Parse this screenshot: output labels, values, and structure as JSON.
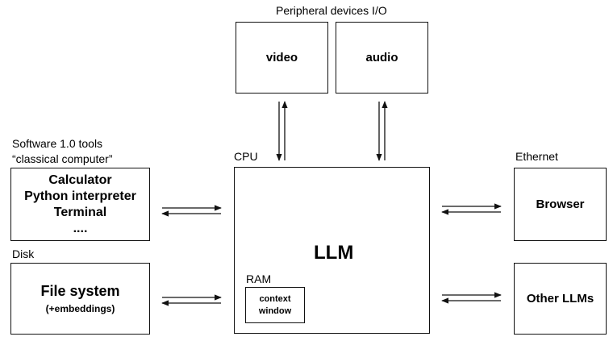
{
  "labels": {
    "peripheral": "Peripheral devices I/O",
    "software_line1": "Software 1.0 tools",
    "software_line2": "“classical computer”",
    "cpu": "CPU",
    "ethernet": "Ethernet",
    "disk": "Disk",
    "ram": "RAM"
  },
  "boxes": {
    "video": "video",
    "audio": "audio",
    "tools": [
      "Calculator",
      "Python interpreter",
      "Terminal",
      "...."
    ],
    "llm": "LLM",
    "context_window": [
      "context",
      "window"
    ],
    "browser": "Browser",
    "file_system": "File system",
    "file_system_sub": "(+embeddings)",
    "other_llms": "Other LLMs"
  },
  "colors": {
    "stroke": "#111111",
    "background": "#ffffff"
  }
}
